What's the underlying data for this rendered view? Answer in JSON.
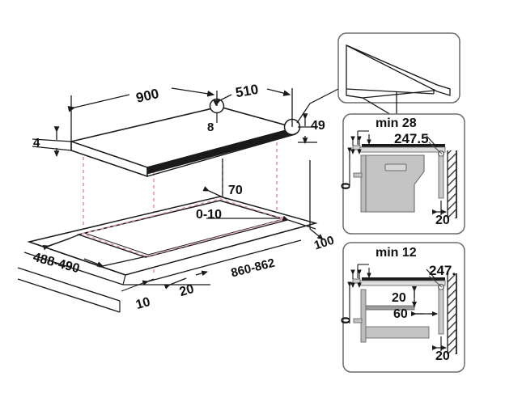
{
  "drawing": {
    "title": "Cooktop installation dimension drawing",
    "units": "mm",
    "colors": {
      "line": "#1a1a1a",
      "projection_dashed": "#e79bae",
      "fill_light": "#c9c9c9",
      "fill_mid": "#b5b5b5",
      "panel_border": "#6b6b6b",
      "background": "#ffffff"
    }
  },
  "main_view": {
    "name": "isometric-hob-and-worktop-cutout",
    "hob_dimensions": {
      "width_label": "900",
      "depth_label": "510",
      "glass_thickness_label": "4",
      "corner_radius_label": "8",
      "body_height_label": "49"
    },
    "cutout_dimensions": {
      "rear_clearance_label": "70",
      "corner_radius_label": "0-10",
      "side_clearance_label": "100",
      "cutout_depth_label": "488-490",
      "cutout_width_label": "860-862",
      "worktop_overhang_label": "10",
      "worktop_edge_label": "20"
    }
  },
  "detail_panels": [
    {
      "id": "edge-detail",
      "name": "worktop-edge-detail-callout",
      "labels": []
    },
    {
      "id": "min28-panel",
      "name": "installation-over-oven-min28",
      "labels": {
        "min_gap": "min 28",
        "depth": "247.5",
        "zero": "0",
        "wall_gap": "20"
      }
    },
    {
      "id": "min12-panel",
      "name": "installation-over-drawer-min12",
      "labels": {
        "min_gap": "min 12",
        "depth": "247.",
        "zero": "0",
        "shelf_gap": "20",
        "drawer_gap": "60",
        "wall_gap": "20"
      }
    }
  ]
}
